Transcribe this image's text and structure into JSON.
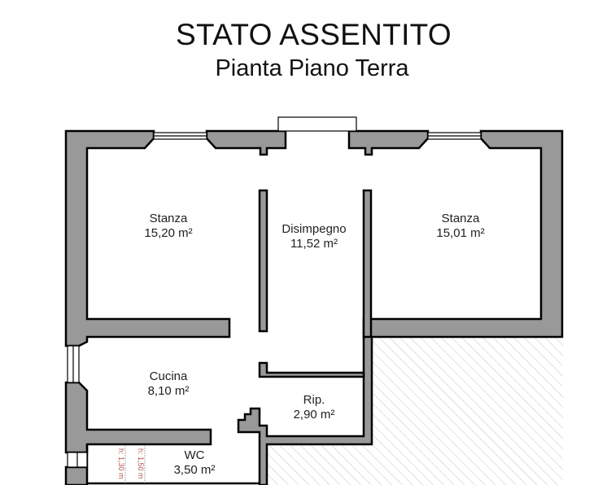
{
  "header": {
    "title": "STATO ASSENTITO",
    "subtitle": "Pianta Piano Terra"
  },
  "colors": {
    "wall_fill": "#999999",
    "wall_stroke": "#000000",
    "hatch": "#bdbdbd",
    "height_note": "#b85450"
  },
  "rooms": [
    {
      "name": "Stanza",
      "area": "15,20 m²"
    },
    {
      "name": "Disimpegno",
      "area": "11,52 m²"
    },
    {
      "name": "Stanza",
      "area": "15,01 m²"
    },
    {
      "name": "Cucina",
      "area": "8,10 m²"
    },
    {
      "name": "Rip.",
      "area": "2,90 m²"
    },
    {
      "name": "WC",
      "area": "3,50 m²"
    }
  ],
  "height_notes": [
    {
      "label": "h: 1,30 m"
    },
    {
      "label": "h: 1,50 m"
    }
  ]
}
